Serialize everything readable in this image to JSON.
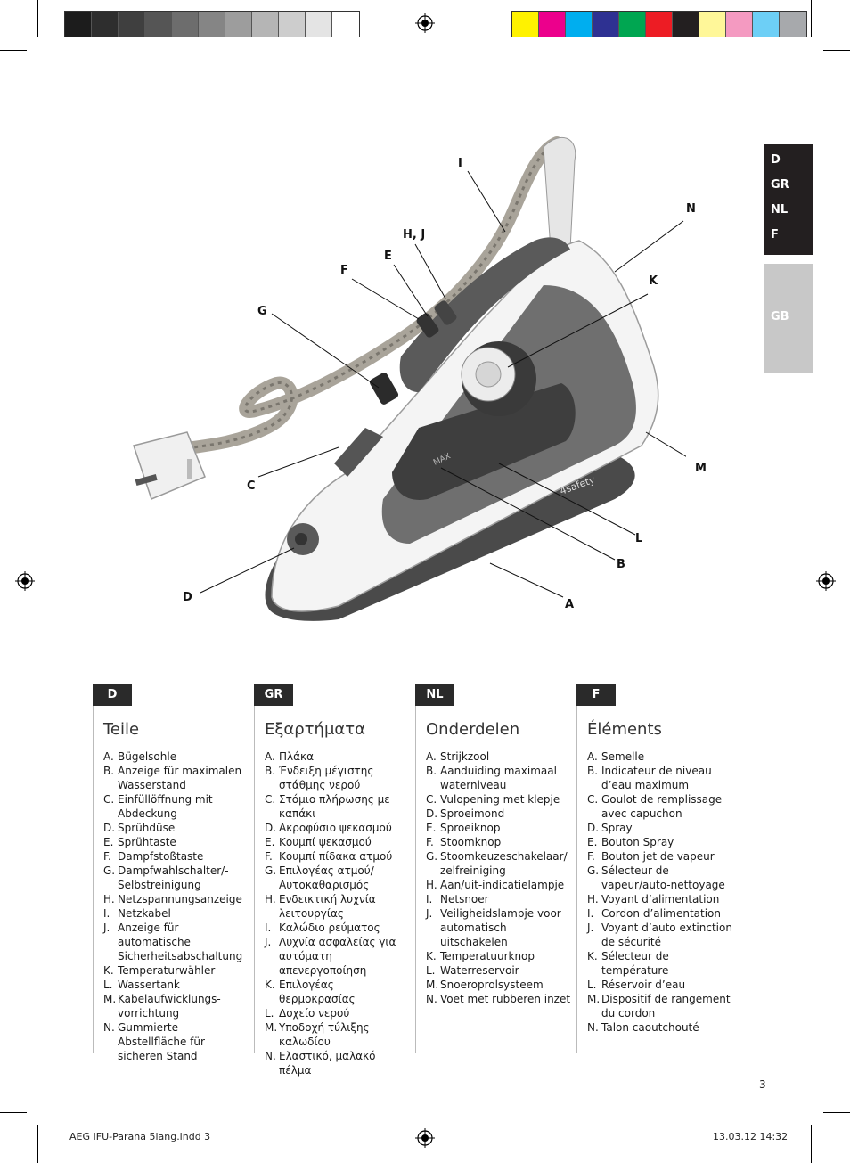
{
  "color_bars": {
    "grays": [
      "#1c1c1c",
      "#2e2e2e",
      "#3f3f3f",
      "#555555",
      "#6d6d6d",
      "#858585",
      "#9d9d9d",
      "#b5b5b5",
      "#cdcdcd",
      "#e4e4e4",
      "#ffffff"
    ],
    "colors": [
      "#fff200",
      "#ec008c",
      "#00aeef",
      "#2e3192",
      "#00a651",
      "#ed1c24",
      "#231f20",
      "#fff799",
      "#f49ac1",
      "#6dcff6",
      "#a7a9ac"
    ]
  },
  "language_tabs": {
    "active": [
      "D",
      "GR",
      "NL",
      "F"
    ],
    "inactive": [
      "GB"
    ]
  },
  "callouts": [
    "I",
    "N",
    "H, J",
    "E",
    "F",
    "K",
    "G",
    "M",
    "C",
    "L",
    "B",
    "D",
    "A"
  ],
  "sections": [
    {
      "tag": "D",
      "title": "Teile",
      "items": [
        {
          "key": "A.",
          "text": "Bügelsohle"
        },
        {
          "key": "B.",
          "text": "Anzeige für maximalen Wasserstand"
        },
        {
          "key": "C.",
          "text": "Einfüllöffnung mit Abdeckung"
        },
        {
          "key": "D.",
          "text": "Sprühdüse"
        },
        {
          "key": "E.",
          "text": "Sprühtaste"
        },
        {
          "key": "F.",
          "text": "Dampfstoßtaste"
        },
        {
          "key": "G.",
          "text": "Dampfwahlschalter/-Selbstreinigung"
        },
        {
          "key": "H.",
          "text": "Netzspannungsanzeige"
        },
        {
          "key": "I.",
          "text": "Netzkabel"
        },
        {
          "key": "J.",
          "text": "Anzeige für automatische Sicherheitsabschaltung"
        },
        {
          "key": "K.",
          "text": "Temperaturwähler"
        },
        {
          "key": "L.",
          "text": "Wassertank"
        },
        {
          "key": "M.",
          "text": "Kabelaufwicklungs-vorrichtung"
        },
        {
          "key": "N.",
          "text": "Gummierte Abstellfläche für sicheren Stand"
        }
      ]
    },
    {
      "tag": "GR",
      "title": "Εξαρτήματα",
      "items": [
        {
          "key": "A.",
          "text": "Πλάκα"
        },
        {
          "key": "B.",
          "text": "Ένδειξη μέγιστης στάθμης νερού"
        },
        {
          "key": "C.",
          "text": "Στόμιο πλήρωσης με καπάκι"
        },
        {
          "key": "D.",
          "text": "Ακροφύσιο ψεκασμού"
        },
        {
          "key": "E.",
          "text": "Κουμπί ψεκασμού"
        },
        {
          "key": "F.",
          "text": "Κουμπί πίδακα ατμού"
        },
        {
          "key": "G.",
          "text": "Επιλογέας ατμού/ Αυτοκαθαρισμός"
        },
        {
          "key": "H.",
          "text": "Ενδεικτική λυχνία λειτουργίας"
        },
        {
          "key": "I.",
          "text": "Καλώδιο ρεύματος"
        },
        {
          "key": "J.",
          "text": "Λυχνία ασφαλείας για αυτόματη απενεργοποίηση"
        },
        {
          "key": "K.",
          "text": "Επιλογέας θερμοκρασίας"
        },
        {
          "key": "L.",
          "text": "Δοχείο νερού"
        },
        {
          "key": "M.",
          "text": "Υποδοχή τύλιξης καλωδίου"
        },
        {
          "key": "N.",
          "text": "Ελαστικό, μαλακό πέλμα"
        }
      ]
    },
    {
      "tag": "NL",
      "title": "Onderdelen",
      "items": [
        {
          "key": "A.",
          "text": "Strijkzool"
        },
        {
          "key": "B.",
          "text": "Aanduiding maximaal waterniveau"
        },
        {
          "key": "C.",
          "text": "Vulopening met klepje"
        },
        {
          "key": "D.",
          "text": "Sproeimond"
        },
        {
          "key": "E.",
          "text": "Sproeiknop"
        },
        {
          "key": "F.",
          "text": "Stoomknop"
        },
        {
          "key": "G.",
          "text": "Stoomkeuzeschakelaar/ zelfreiniging"
        },
        {
          "key": "H.",
          "text": "Aan/uit-indicatielampje"
        },
        {
          "key": "I.",
          "text": "Netsnoer"
        },
        {
          "key": "J.",
          "text": "Veiligheidslampje voor automatisch uitschakelen"
        },
        {
          "key": "K.",
          "text": "Temperatuurknop"
        },
        {
          "key": "L.",
          "text": "Waterreservoir"
        },
        {
          "key": "M.",
          "text": "Snoeroprolsysteem"
        },
        {
          "key": "N.",
          "text": "Voet met rubberen inzet"
        }
      ]
    },
    {
      "tag": "F",
      "title": "Éléments",
      "items": [
        {
          "key": "A.",
          "text": "Semelle"
        },
        {
          "key": "B.",
          "text": "Indicateur de niveau d’eau maximum"
        },
        {
          "key": "C.",
          "text": "Goulot de remplissage avec capuchon"
        },
        {
          "key": "D.",
          "text": "Spray"
        },
        {
          "key": "E.",
          "text": "Bouton Spray"
        },
        {
          "key": "F.",
          "text": "Bouton jet de vapeur"
        },
        {
          "key": "G.",
          "text": "Sélecteur de vapeur/auto-nettoyage"
        },
        {
          "key": "H.",
          "text": "Voyant d’alimentation"
        },
        {
          "key": "I.",
          "text": "Cordon d’alimentation"
        },
        {
          "key": "J.",
          "text": "Voyant d’auto extinction de sécurité"
        },
        {
          "key": "K.",
          "text": "Sélecteur de température"
        },
        {
          "key": "L.",
          "text": "Réservoir d’eau"
        },
        {
          "key": "M.",
          "text": "Dispositif de rangement du cordon"
        },
        {
          "key": "N.",
          "text": "Talon caoutchouté"
        }
      ]
    }
  ],
  "product_labels": {
    "max": "MAX",
    "brand": "4safety"
  },
  "page_number": "3",
  "footer": {
    "left": "AEG IFU-Parana 5lang.indd   3",
    "right": "13.03.12   14:32"
  }
}
